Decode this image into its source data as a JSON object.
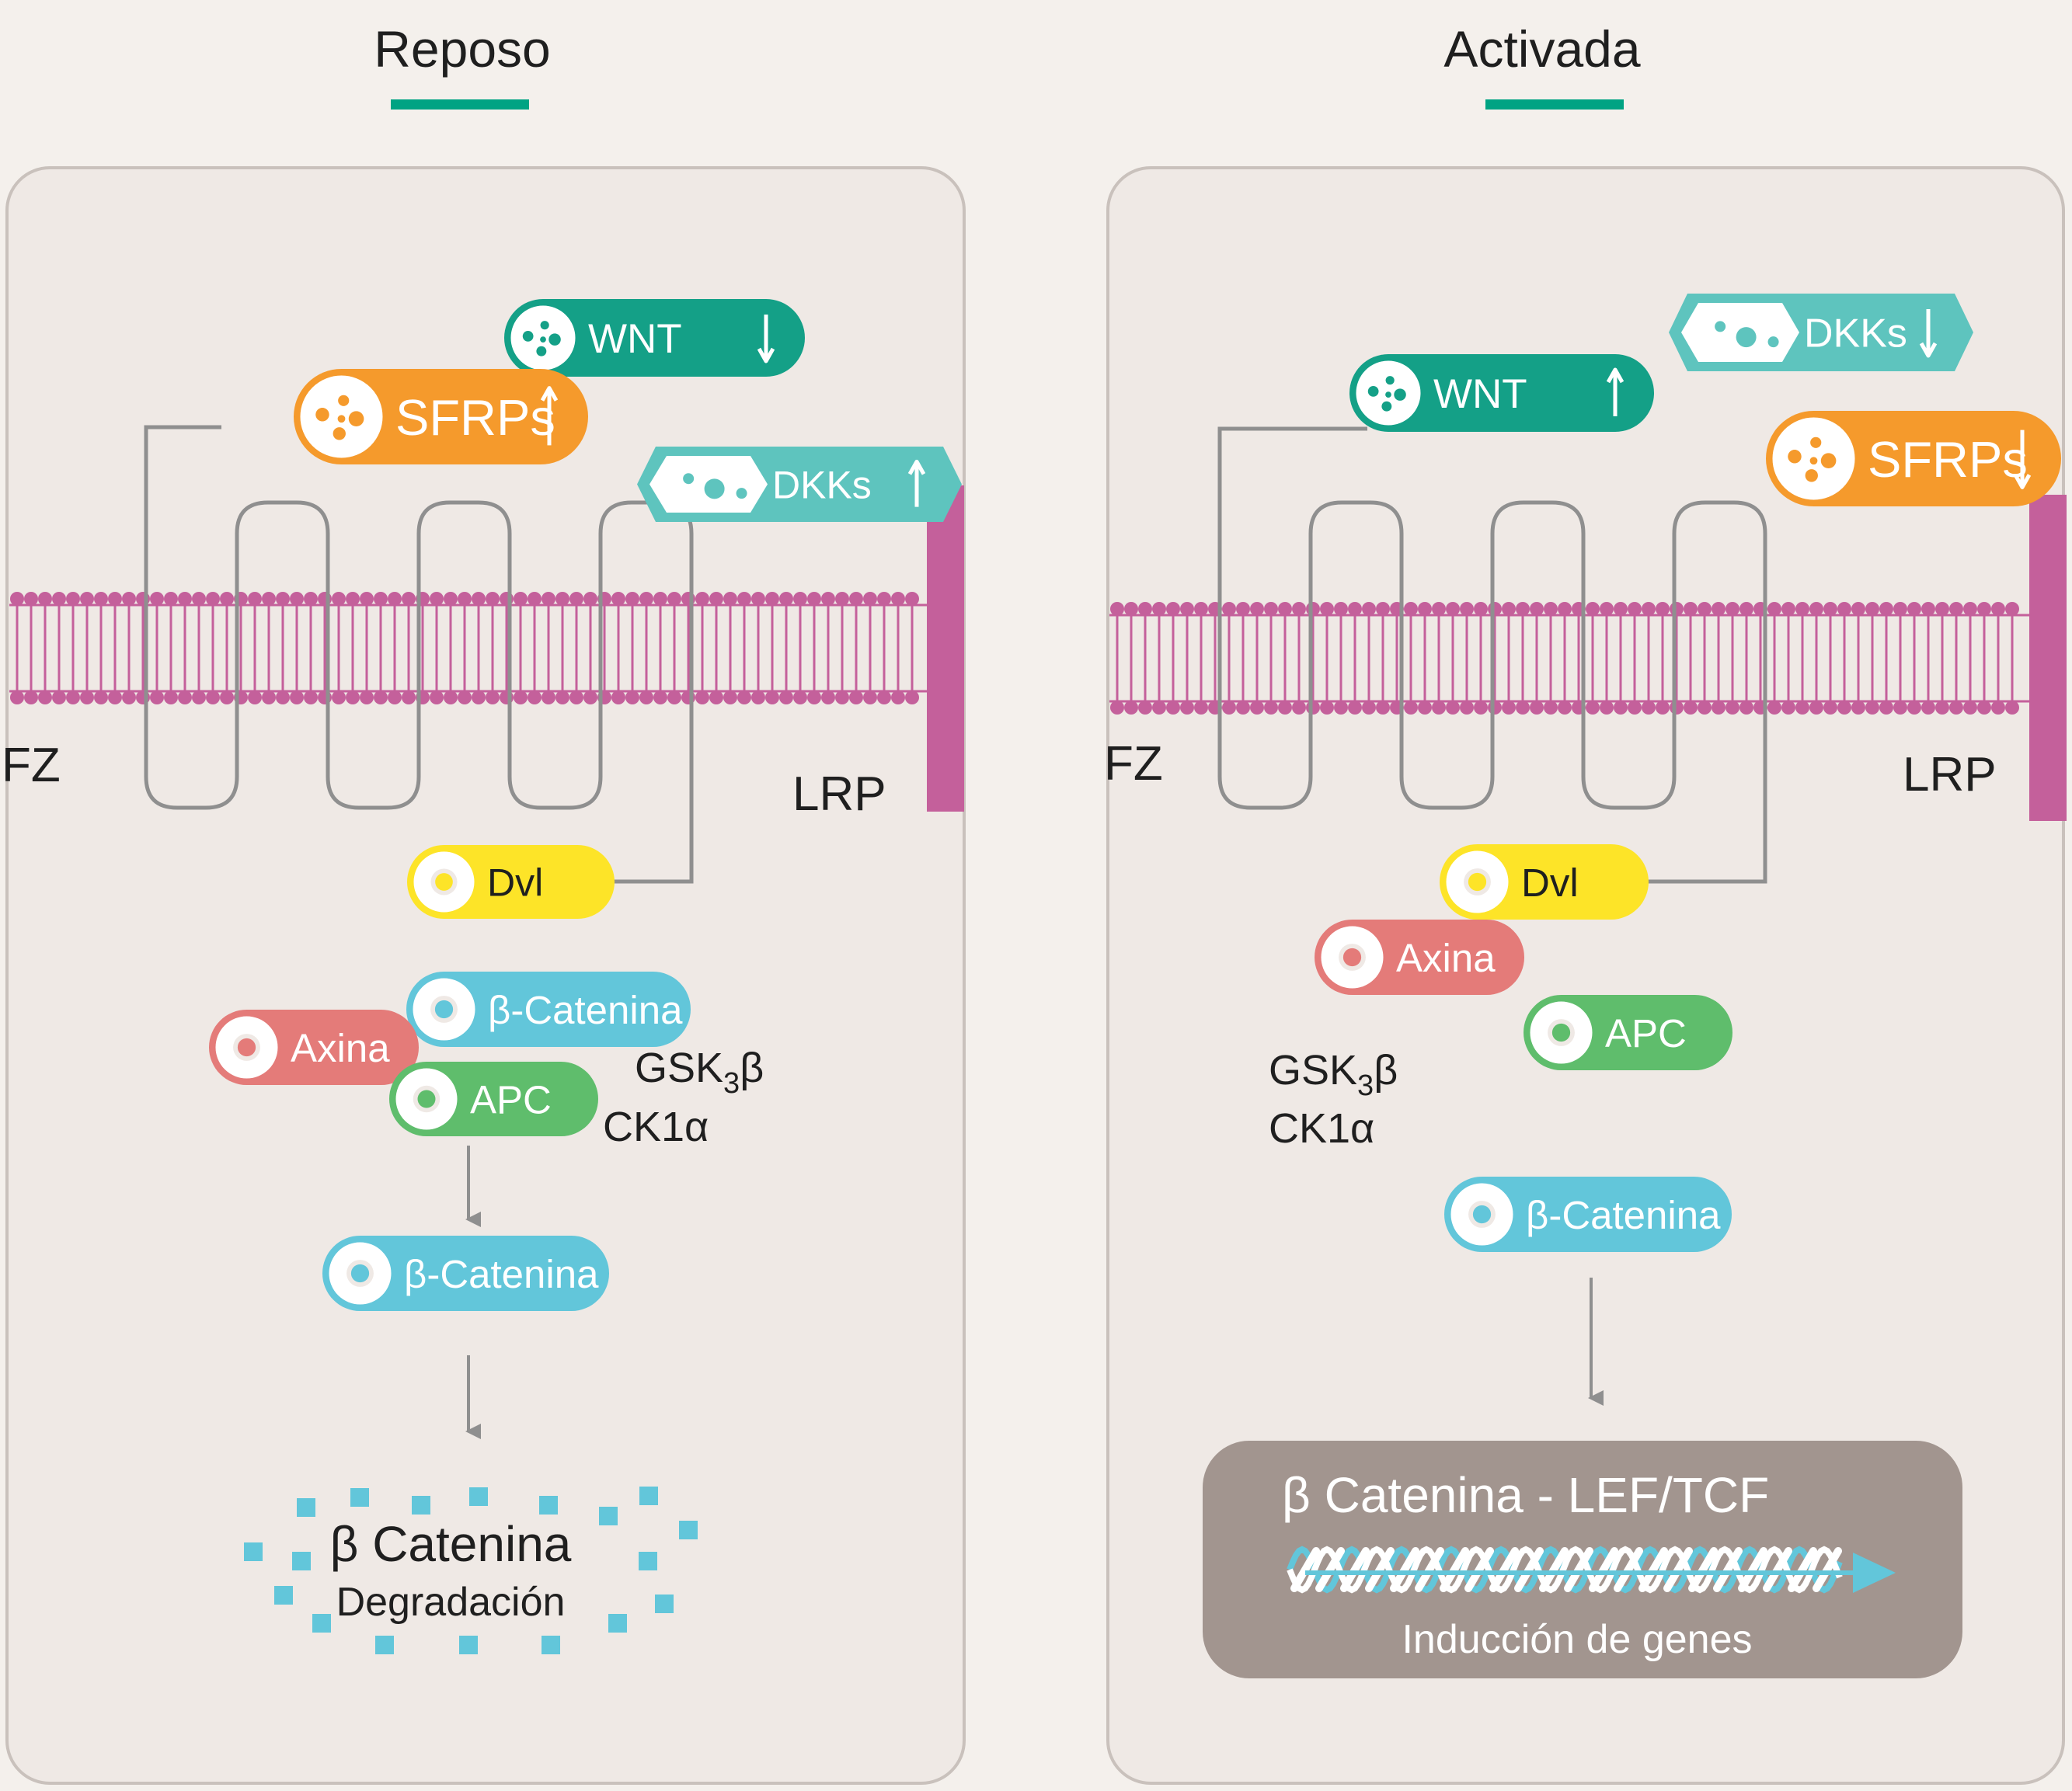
{
  "colors": {
    "background": "#f4f0ec",
    "panel_fill": "#efe9e5",
    "panel_border": "#c9c1bc",
    "title_underline": "#00a383",
    "membrane": "#c4609b",
    "receptor_line": "#8f8f8f",
    "wnt": "#14a087",
    "sfrps": "#f59a2c",
    "dkks": "#5ec4be",
    "dvl": "#fde428",
    "axina": "#e47b79",
    "apc": "#5fbd6c",
    "b_catenina": "#62c6da",
    "nucleus_box": "#a2958f",
    "text": "#1f1f1f"
  },
  "icons": {
    "ligand": "dots-in-circle-icon",
    "up": "arrow-up-icon",
    "down": "arrow-down-icon",
    "flow": "arrow-down-icon",
    "dna": "dna-helix-icon"
  },
  "panels": {
    "reposo": {
      "title": "Reposo",
      "fz_label": "FZ",
      "lrp_label": "LRP",
      "wnt": {
        "label": "WNT",
        "trend": "down"
      },
      "sfrps": {
        "label": "SFRPs",
        "trend": "up"
      },
      "dkks": {
        "label": "DKKs",
        "trend": "up"
      },
      "dvl": "Dvl",
      "axina": "Axina",
      "apc": "APC",
      "b_catenina_complex": "β-Catenina",
      "b_catenina_free": "β-Catenina",
      "kinases": {
        "gsk_base": "GSK",
        "gsk_sub": "3",
        "gsk_end": "β",
        "ck": "CK1α"
      },
      "degradation": {
        "title": "β Catenina",
        "subtitle": "Degradación"
      }
    },
    "activada": {
      "title": "Activada",
      "fz_label": "FZ",
      "lrp_label": "LRP",
      "wnt": {
        "label": "WNT",
        "trend": "up"
      },
      "sfrps": {
        "label": "SFRPs",
        "trend": "down"
      },
      "dkks": {
        "label": "DKKs",
        "trend": "down"
      },
      "dvl": "Dvl",
      "axina": "Axina",
      "apc": "APC",
      "b_catenina": "β-Catenina",
      "kinases": {
        "gsk_base": "GSK",
        "gsk_sub": "3",
        "gsk_end": "β",
        "ck": "CK1α"
      },
      "nucleus": {
        "title": "β Catenina - LEF/TCF",
        "subtitle": "Inducción de genes"
      }
    }
  }
}
